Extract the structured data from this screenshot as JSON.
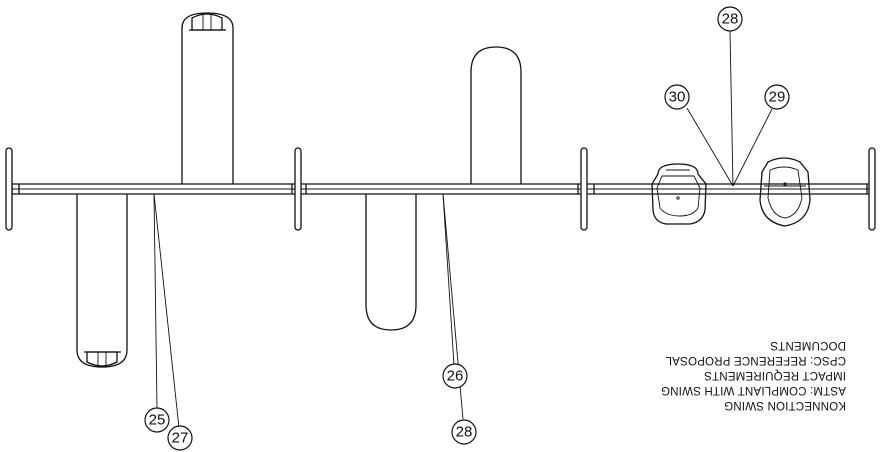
{
  "drawing": {
    "callouts": [
      "25",
      "26",
      "27",
      "28",
      "28",
      "29",
      "30"
    ],
    "notes": [
      "KONNECTION SWING",
      "ASTM: COMPLIANT WITH SWING",
      "IMPACT REQUIREMENTS",
      "CPSC: REFERENCE PROPOSAL",
      "DOCUMENTS"
    ]
  },
  "colors": {
    "line": "#111111",
    "background": "#ffffff"
  },
  "icons": [
    "belt-seat-icon",
    "bucket-seat-icon",
    "tot-seat-icon"
  ]
}
